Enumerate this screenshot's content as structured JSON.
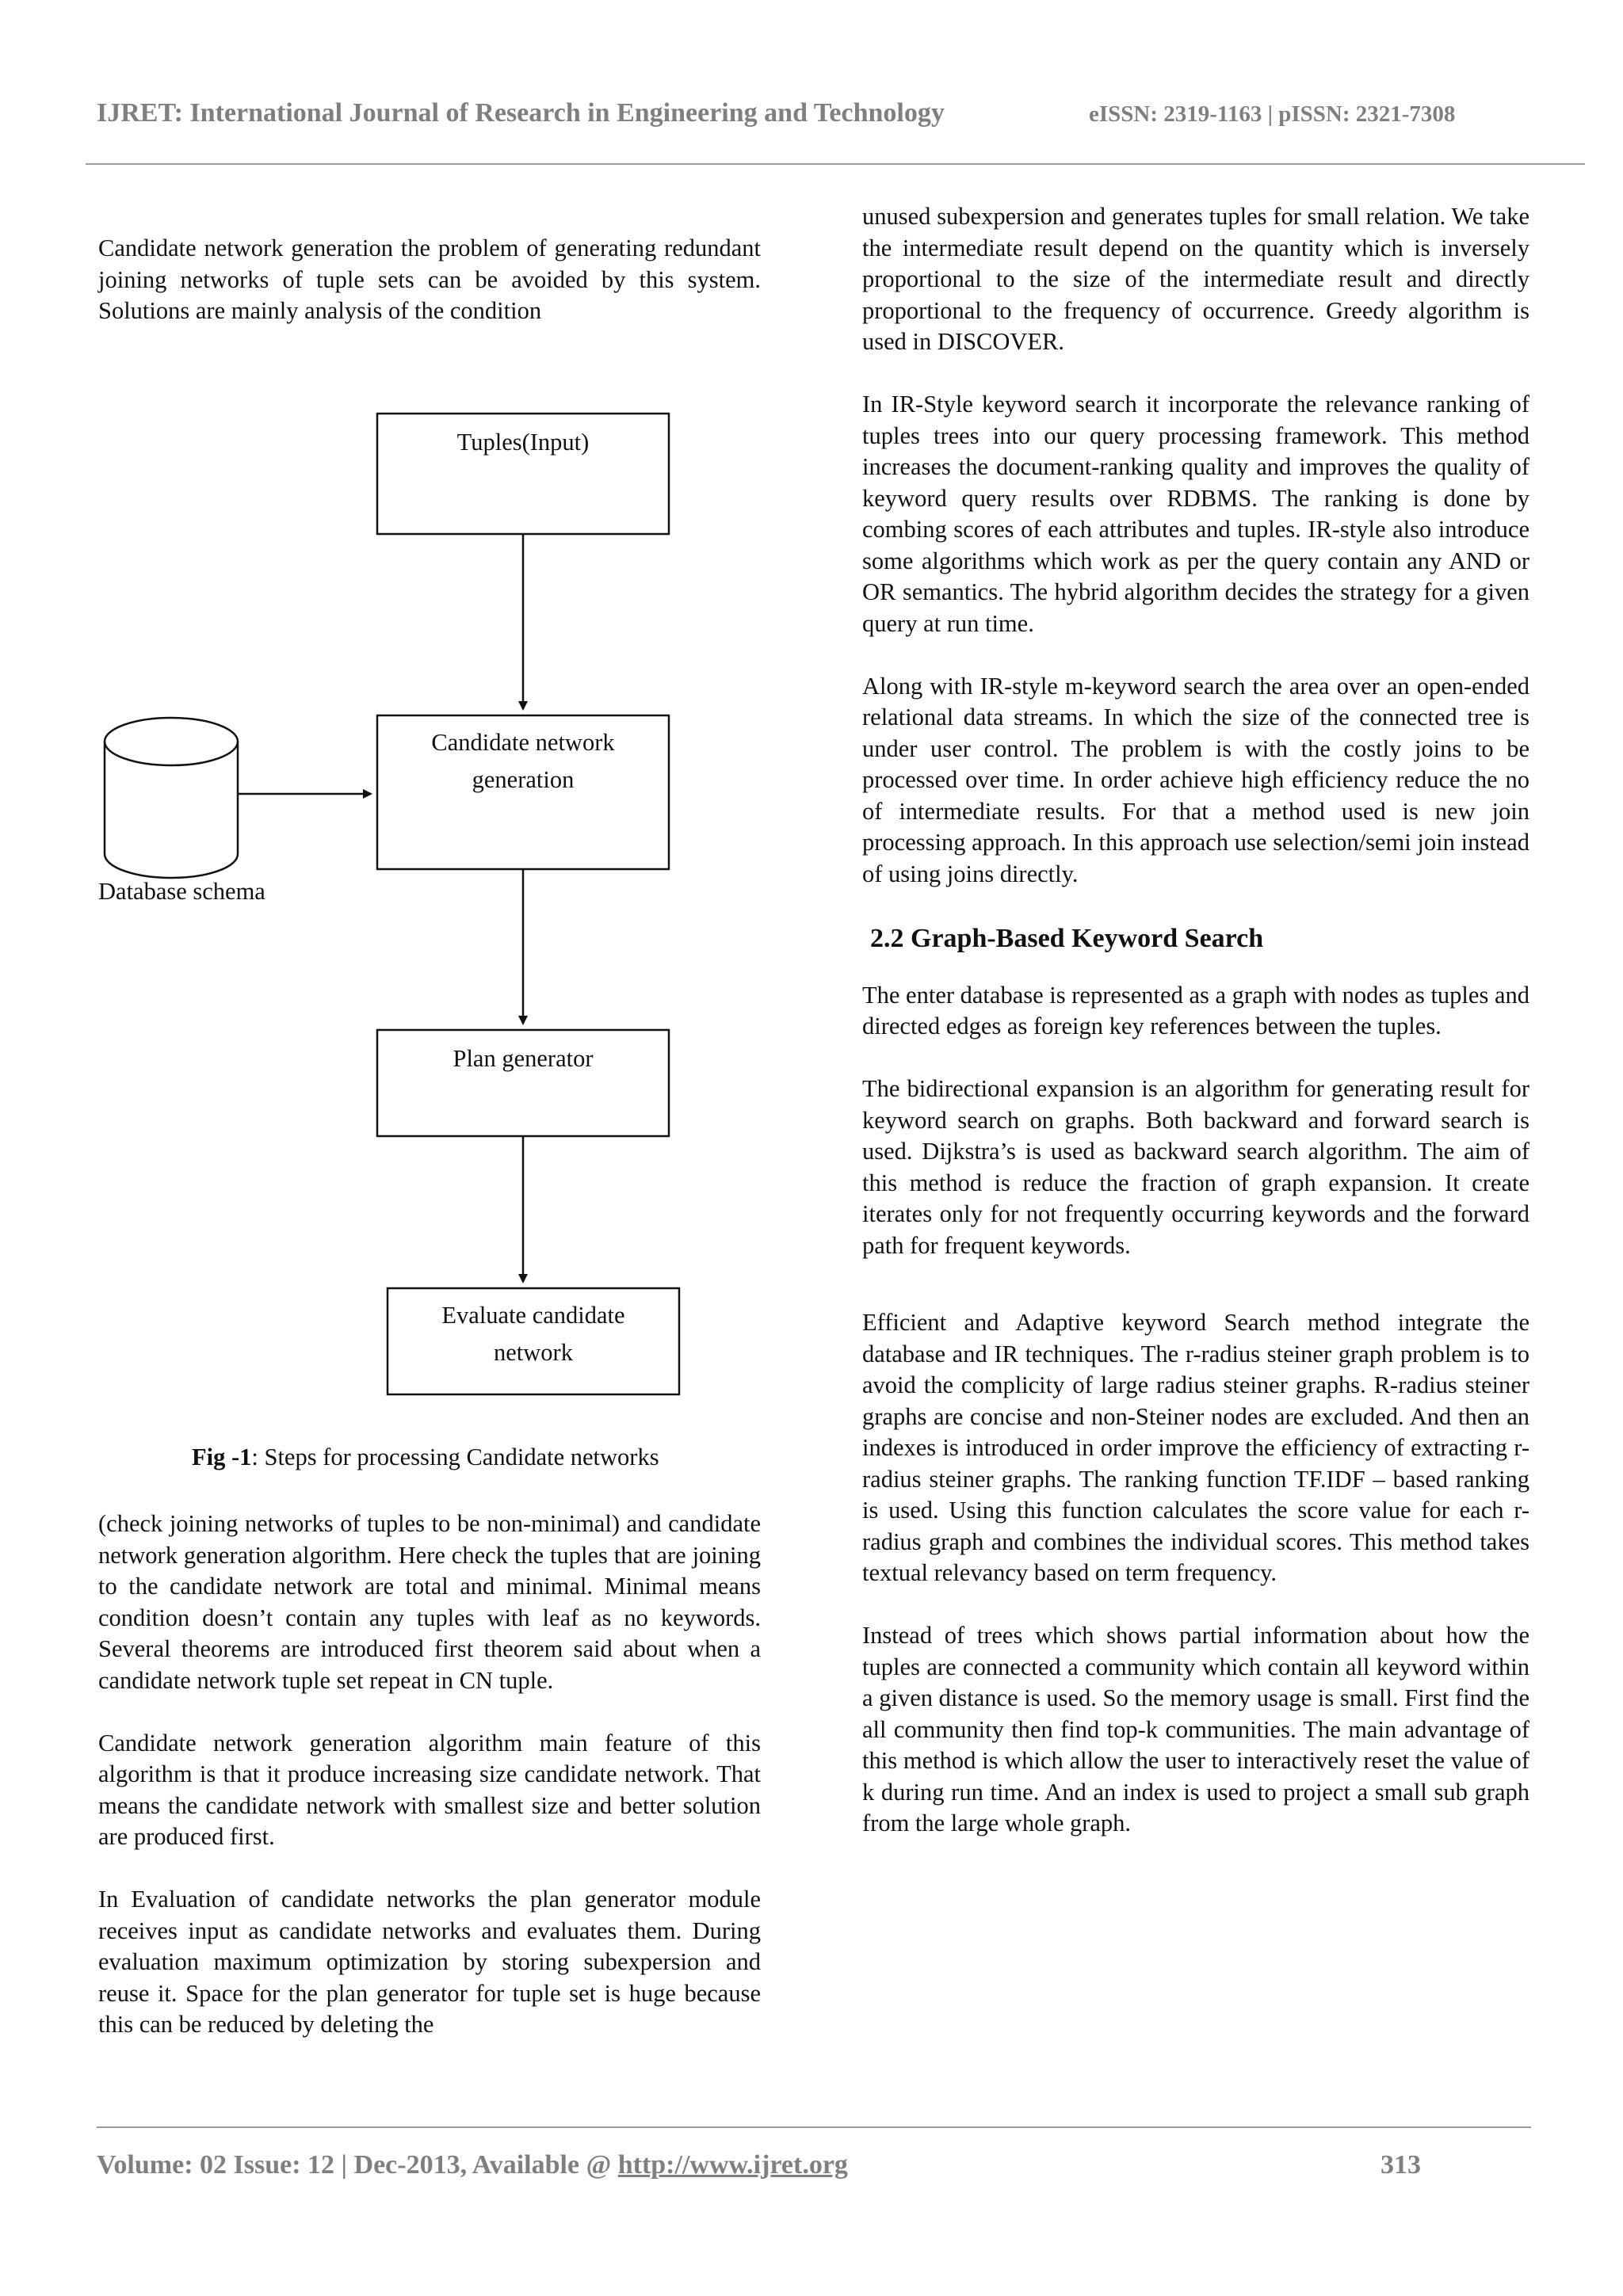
{
  "header": {
    "journal": "IJRET: International Journal of Research in Engineering and Technology",
    "issn": "eISSN: 2319-1163 | pISSN: 2321-7308"
  },
  "left_column": {
    "intro": "Candidate network generation the problem of generating redundant joining networks of tuple sets can be avoided by this system. Solutions are mainly analysis of the condition",
    "p1": "(check joining networks of tuples to be non-minimal) and candidate network generation algorithm. Here check the tuples that are joining to the candidate network are total and minimal. Minimal means condition doesn’t contain any tuples with leaf as no keywords. Several theorems are introduced first theorem said about when a candidate network tuple set repeat in CN tuple.",
    "p2": "Candidate network generation algorithm main feature of this algorithm is that it produce increasing size candidate network. That means the candidate network with smallest size and better solution are produced first.",
    "p3": "In Evaluation of candidate networks the plan generator module receives input as candidate networks and evaluates them. During evaluation maximum optimization by storing subexpersion and reuse it. Space for the plan generator for tuple set is huge because this can be reduced by deleting the"
  },
  "figure": {
    "box1_label": "Tuples(Input)",
    "box2_line1": "Candidate network",
    "box2_line2": "generation",
    "box3_label": "Plan generator",
    "box4_line1": "Evaluate candidate",
    "box4_line2": "network",
    "db_label": "Database schema",
    "caption_bold": "Fig -1",
    "caption_text": ": Steps for processing Candidate networks"
  },
  "right_column": {
    "p1": "unused subexpersion and generates tuples for small relation. We take the intermediate result depend on the quantity which is inversely proportional to the size of the intermediate result and directly proportional to the frequency of occurrence. Greedy algorithm is used in DISCOVER.",
    "p2": "In IR-Style keyword search it incorporate the relevance ranking of tuples trees into our query processing framework. This method increases the document-ranking quality and improves the quality of keyword query results over RDBMS. The ranking is done by combing scores of each attributes and tuples. IR-style also introduce some algorithms which work as per the query contain any AND or OR semantics. The hybrid algorithm decides the strategy for a given query at run time.",
    "p3": "Along with IR-style m-keyword search the area over an open-ended relational data streams. In which the size of the connected tree is under user control. The problem is with the costly joins to be processed over time. In order achieve high efficiency reduce the no of intermediate results. For that a method used is new join processing approach. In this approach use selection/semi join instead of using joins directly.",
    "heading": "2.2 Graph-Based Keyword Search",
    "p4": "The enter database is represented as a graph with nodes as tuples and directed edges as foreign key references between the tuples.",
    "p5": "The bidirectional expansion is an algorithm for generating result for keyword search on graphs. Both backward and forward search is used. Dijkstra’s is used as backward search algorithm. The aim of this method is reduce the fraction of graph expansion. It create iterates only for not frequently occurring keywords and the forward path for frequent keywords.",
    "p6": "Efficient and Adaptive keyword Search method integrate the database and IR techniques. The r-radius steiner graph problem is to avoid the complicity of large radius steiner graphs. R-radius steiner graphs are concise and non-Steiner nodes are excluded. And then an indexes is introduced in order improve the efficiency of extracting r-radius steiner graphs. The ranking function TF.IDF – based ranking is used. Using this function calculates the score value for each r- radius graph and combines the individual scores. This method takes textual relevancy based on term frequency.",
    "p7": "Instead of trees which shows partial information about how the tuples are connected a community which contain all keyword within a given distance is used. So the memory usage is small. First find the all community then find top-k communities. The main advantage of this method is which allow the user to interactively reset the value of k during run time. And an index is used to project a small sub graph from the large whole graph."
  },
  "footer": {
    "volume_text": "Volume: 02 Issue: 12 | Dec-2013, Available @ ",
    "link_text": "http://www.ijret.org",
    "page_number": "313"
  }
}
